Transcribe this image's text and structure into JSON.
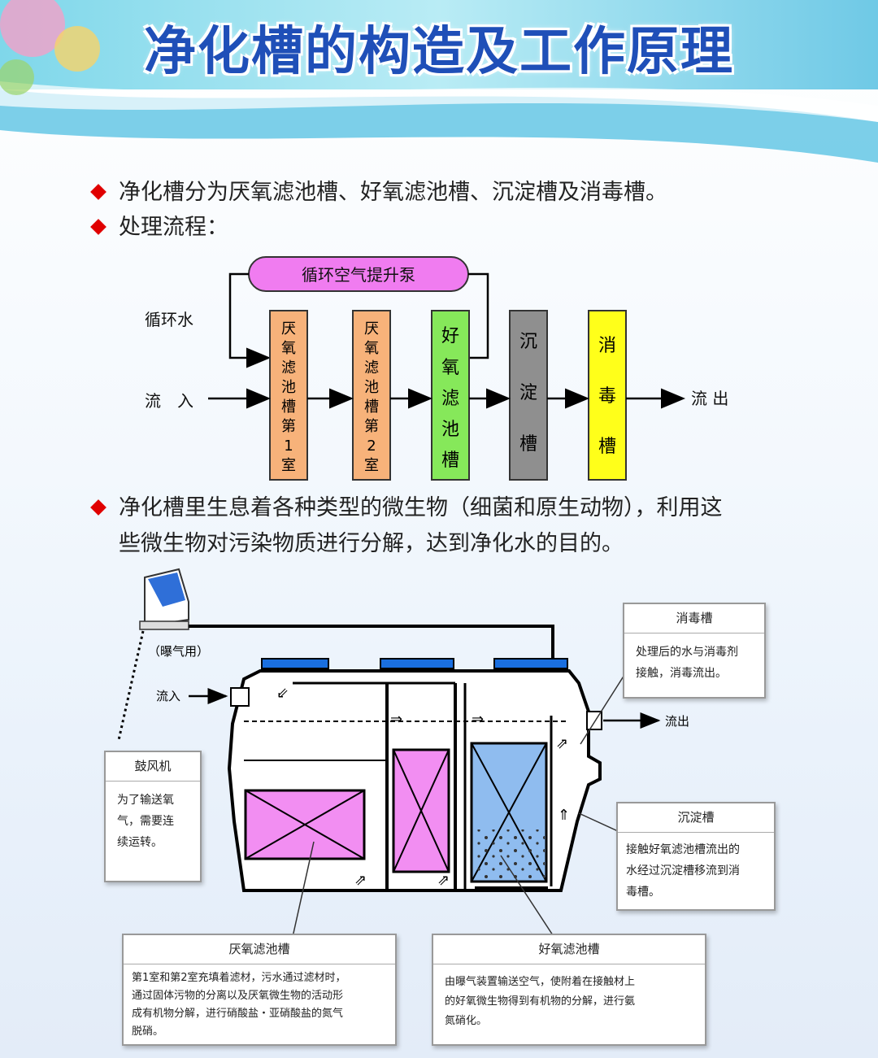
{
  "title": "净化槽的构造及工作原理",
  "bullets": [
    "净化槽分为厌氧滤池槽、好氧滤池槽、沉淀槽及消毒槽。",
    "处理流程：",
    "净化槽里生息着各种类型的微生物（细菌和原生动物），利用这",
    "些微生物对污染物质进行分解，达到净化水的目的。"
  ],
  "flow": {
    "pump_label": "循环空气提升泵",
    "recycle_label": "循环水",
    "inflow_label": "流　入",
    "outflow_label": "流 出",
    "tanks": [
      {
        "label": "厌氧滤池槽第1室",
        "chars": [
          "厌",
          "氧",
          "滤",
          "池",
          "槽",
          "第",
          "1",
          "室"
        ],
        "color": "#f7b27a"
      },
      {
        "label": "厌氧滤池槽第2室",
        "chars": [
          "厌",
          "氧",
          "滤",
          "池",
          "槽",
          "第",
          "2",
          "室"
        ],
        "color": "#f7b27a"
      },
      {
        "label": "好氧滤池槽",
        "chars": [
          "好",
          "氧",
          "滤",
          "池",
          "槽"
        ],
        "color": "#86e85a"
      },
      {
        "label": "沉淀槽",
        "chars": [
          "沉",
          "淀",
          "槽"
        ],
        "color": "#8f8f8f"
      },
      {
        "label": "消毒槽",
        "chars": [
          "消",
          "毒",
          "槽"
        ],
        "color": "#ffff1a"
      }
    ]
  },
  "diagram": {
    "aeration_label": "（曝气用）",
    "inflow_label": "流入",
    "outflow_label": "流出",
    "callouts": {
      "blower": {
        "title": "鼓风机",
        "lines": [
          "为了输送氧",
          "气，需要连",
          "续运转。"
        ]
      },
      "disinfect": {
        "title": "消毒槽",
        "lines": [
          "处理后的水与消毒剂",
          "接触，消毒流出。"
        ]
      },
      "settle": {
        "title": "沉淀槽",
        "lines": [
          "接触好氧滤池槽流出的",
          "水经过沉淀槽移流到消",
          "毒槽。"
        ]
      },
      "anaerobic": {
        "title": "厌氧滤池槽",
        "lines": [
          "第1室和第2室充填着滤材，污水通过滤材时，",
          "通过固体污物的分离以及厌氧微生物的活动形",
          "成有机物分解，进行硝酸盐・亚硝酸盐的氮气",
          "脱硝。"
        ]
      },
      "aerobic": {
        "title": "好氧滤池槽",
        "lines": [
          "由曝气装置输送空气，使附着在接触材上",
          "的好氧微生物得到有机物的分解，进行氨",
          "氮硝化。"
        ]
      }
    }
  },
  "colors": {
    "title": "#1f4fb8",
    "bullet": "#e00000",
    "pump": "#f07cf0",
    "anaerobic_media": "#f28ef2",
    "aerobic_media": "#8fbcef",
    "lid": "#1a6fe0"
  }
}
